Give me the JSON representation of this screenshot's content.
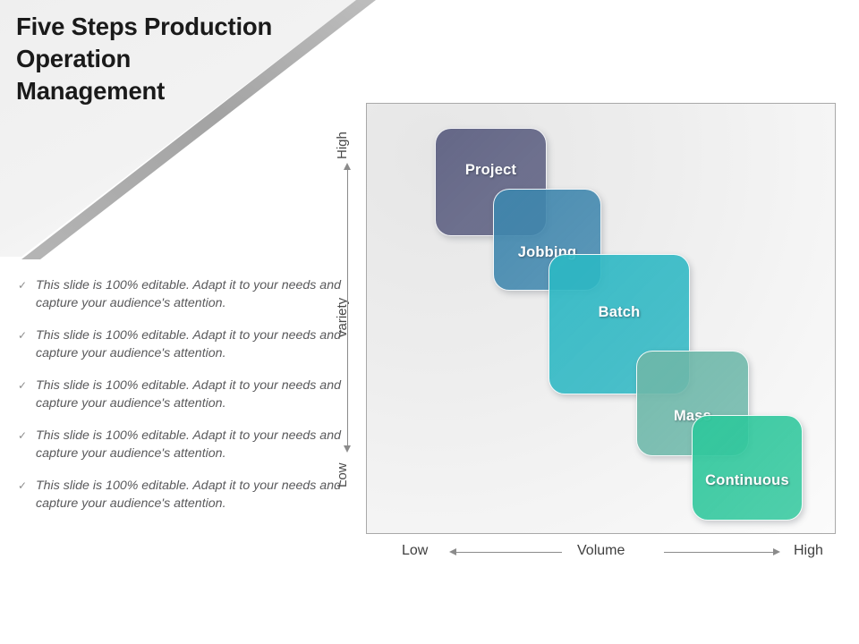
{
  "slide": {
    "title": "Five Steps Production\nOperation\nManagement",
    "background_color": "#ffffff",
    "wedge_color": "#a6a6a6"
  },
  "bullets": {
    "marker": "✓",
    "marker_icon": "check-icon",
    "items": [
      "This slide is 100% editable. Adapt it to your needs and capture your audience's attention.",
      "This slide is 100% editable. Adapt it to your needs and capture your audience's attention.",
      "This slide is 100% editable. Adapt it to your needs and capture your audience's attention.",
      "This slide is 100% editable. Adapt it to your needs and capture your audience's attention.",
      "This slide is 100% editable. Adapt it to your needs and capture your audience's attention."
    ]
  },
  "chart_data": {
    "type": "scatter",
    "title": "",
    "xlabel": "Volume",
    "ylabel": "variety",
    "x_low_label": "Low",
    "x_high_label": "High",
    "y_low_label": "Low",
    "y_high_label": "High",
    "grid": false,
    "legend": "none",
    "xlim": [
      0,
      100
    ],
    "ylim": [
      0,
      100
    ],
    "note": "Five overlapping rounded squares arranged on a descending diagonal from high-variety/low-volume to low-variety/high-volume.",
    "points": [
      {
        "label": "Project",
        "color": "#5b5e80",
        "volume": 12,
        "variety": 88,
        "x": 76,
        "y": 27,
        "w": 125,
        "h": 121,
        "label_offset": "up"
      },
      {
        "label": "Jobbing",
        "color": "#3f86ad",
        "volume": 28,
        "variety": 70,
        "x": 141,
        "y": 95,
        "w": 121,
        "h": 114,
        "label_offset": "down"
      },
      {
        "label": "Batch",
        "color": "#2db7c3",
        "volume": 46,
        "variety": 52,
        "x": 203,
        "y": 168,
        "w": 158,
        "h": 157,
        "label_offset": "up"
      },
      {
        "label": "Mass",
        "color": "#6db7a9",
        "volume": 68,
        "variety": 30,
        "x": 301,
        "y": 276,
        "w": 126,
        "h": 118,
        "label_offset": "down"
      },
      {
        "label": "Continuous",
        "color": "#2fc79c",
        "volume": 86,
        "variety": 12,
        "x": 363,
        "y": 348,
        "w": 124,
        "h": 118,
        "label_offset": "down"
      }
    ]
  }
}
